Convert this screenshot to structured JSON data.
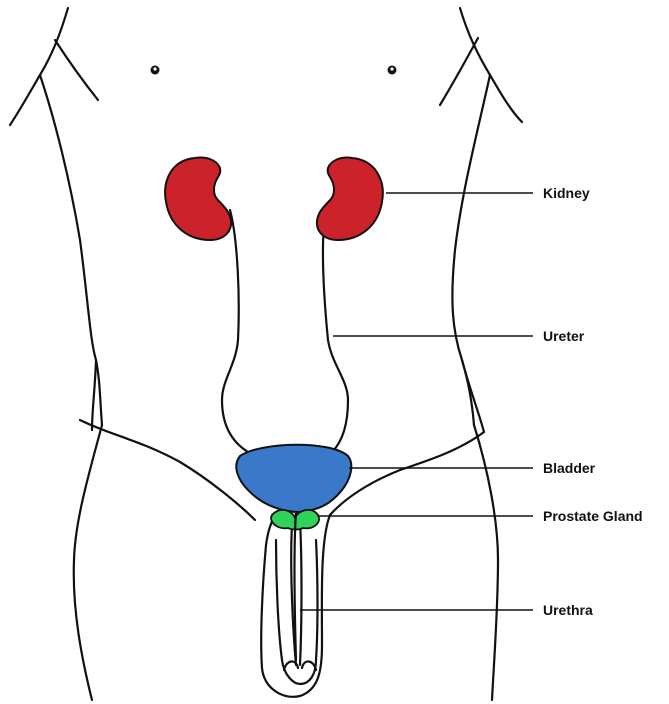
{
  "labels": {
    "kidney": "Kidney",
    "ureter": "Ureter",
    "bladder": "Bladder",
    "prostate": "Prostate Gland",
    "urethra": "Urethra"
  },
  "colors": {
    "kidney": "#cc2229",
    "bladder": "#3a78c9",
    "prostate": "#2fd35a",
    "outline": "#111111",
    "background": "#ffffff"
  }
}
